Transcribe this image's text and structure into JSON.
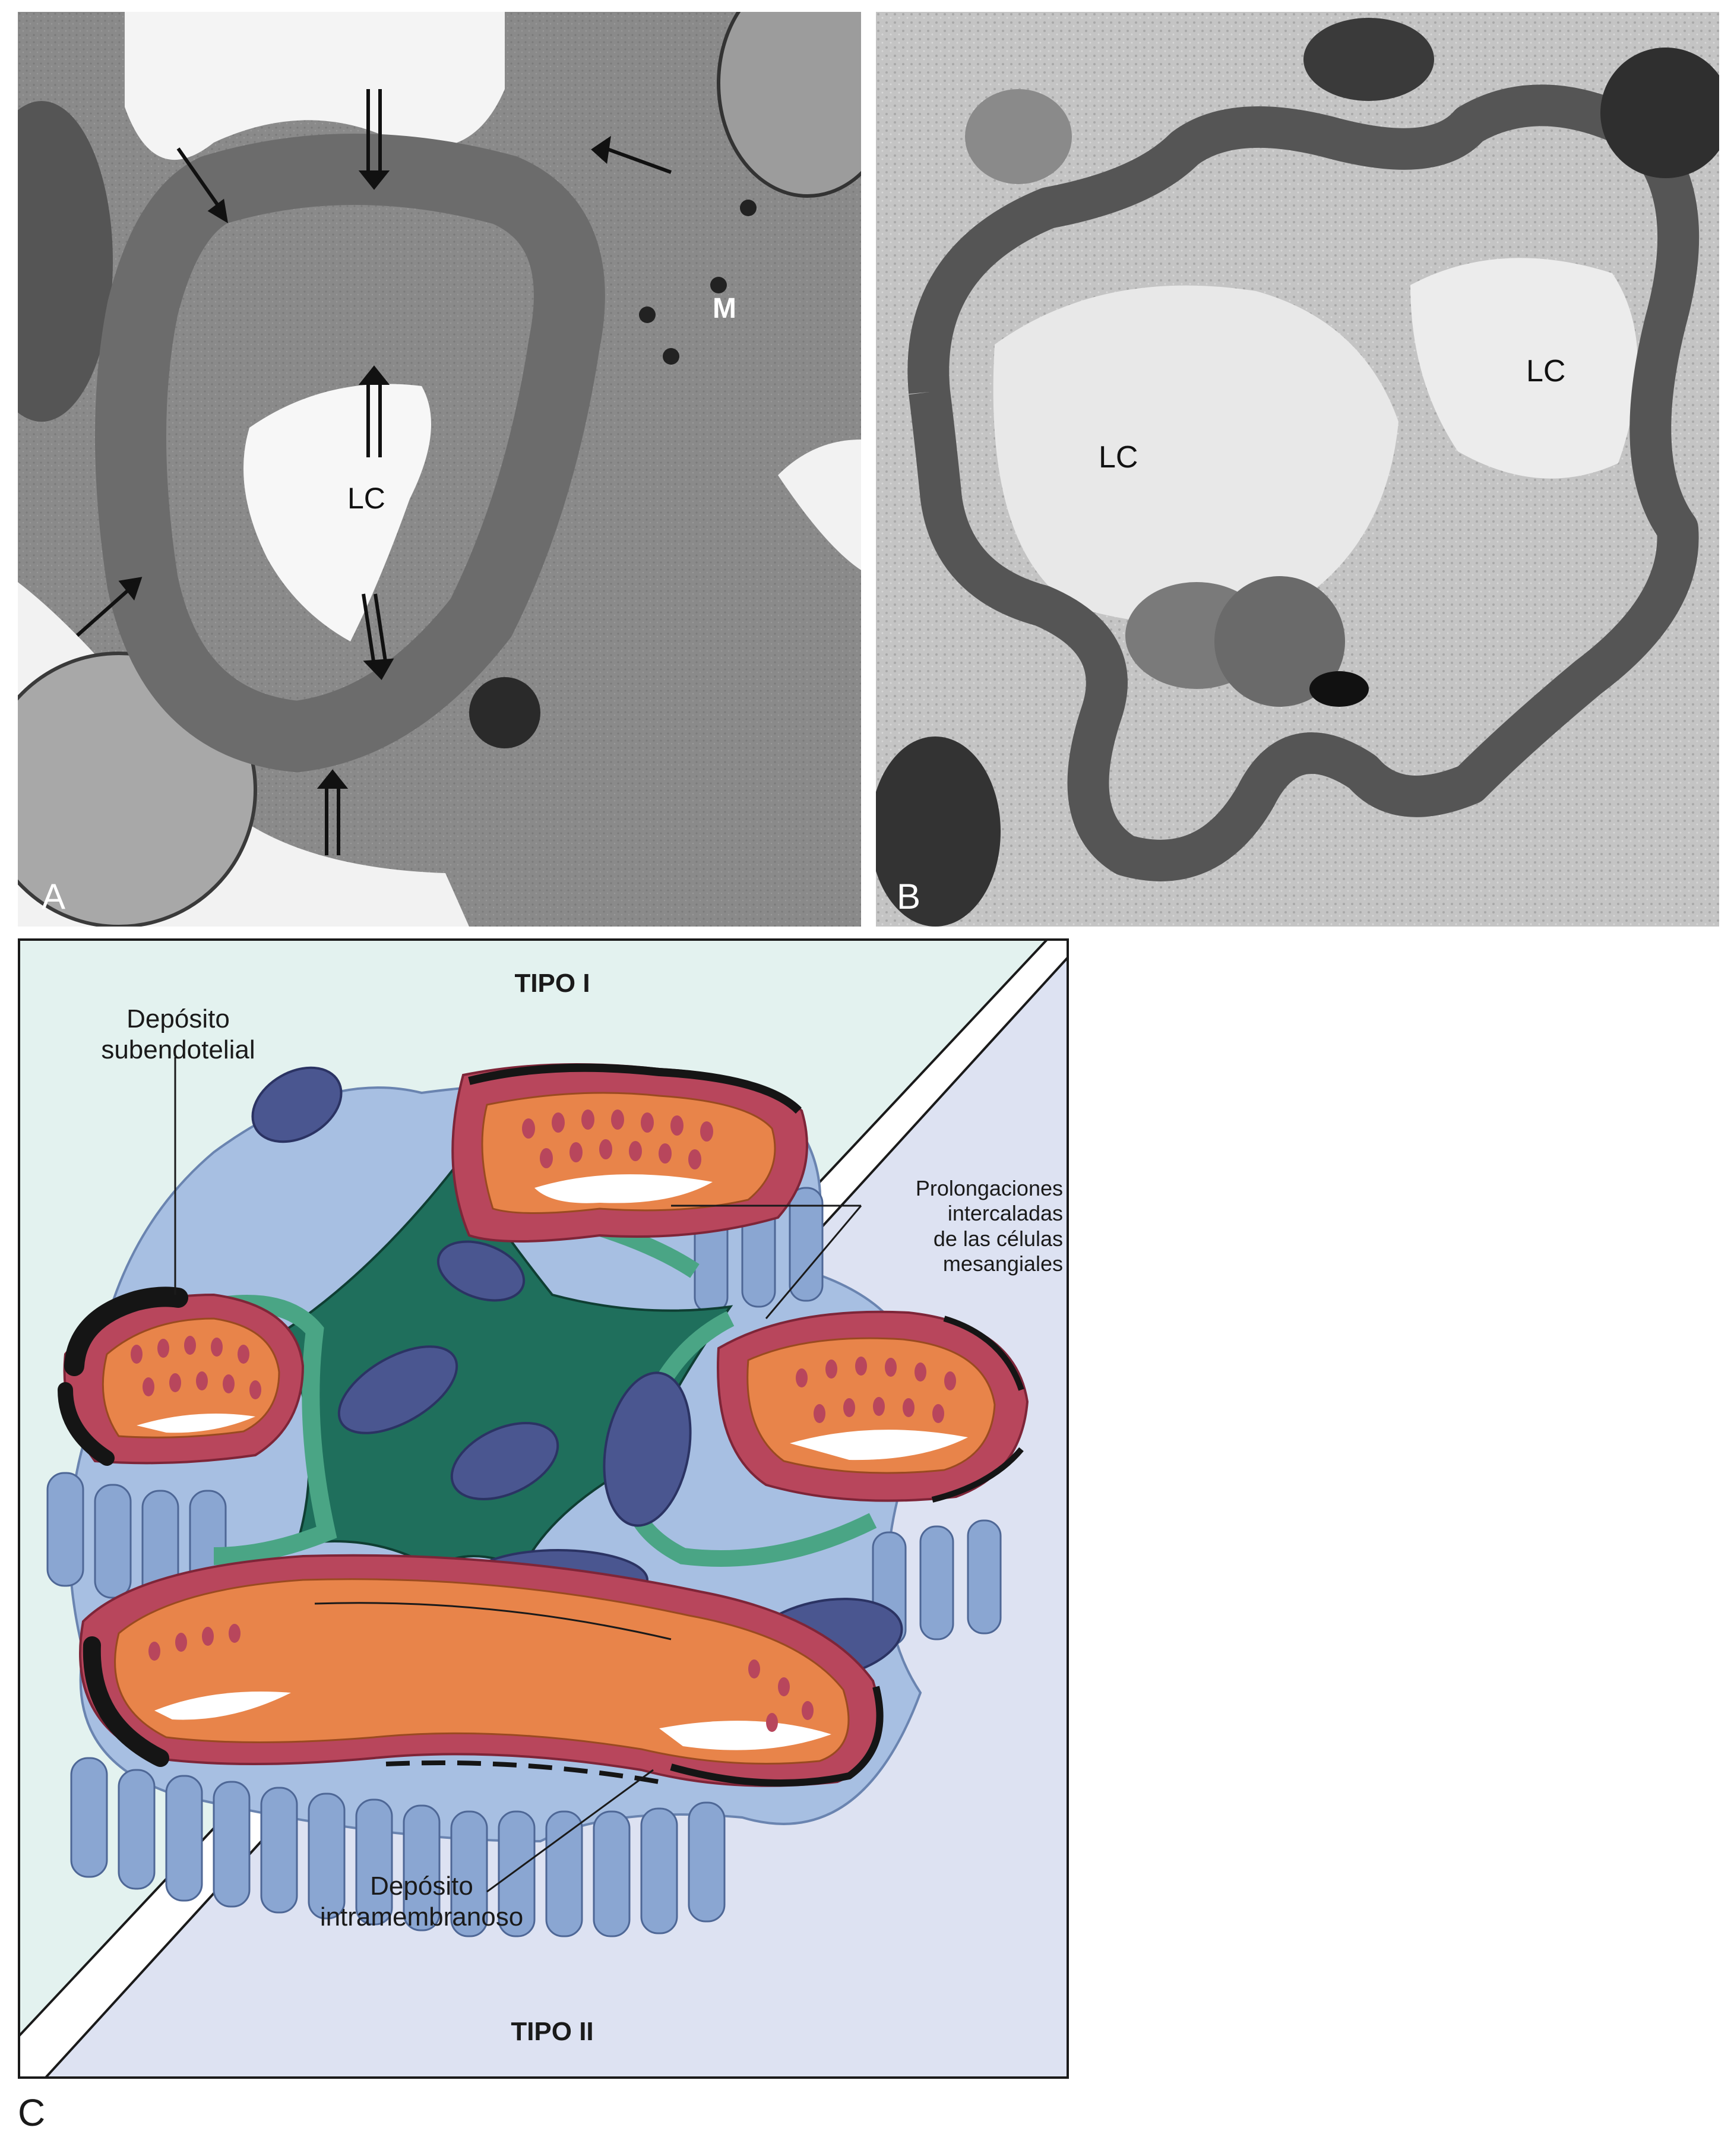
{
  "panelA": {
    "letter": "A",
    "labels": {
      "lumen": "LC",
      "mesangium": "M"
    }
  },
  "panelB": {
    "letter": "B",
    "labels": {
      "lumen1": "LC",
      "lumen2": "LC"
    }
  },
  "panelC": {
    "letter": "C",
    "type1": "TIPO I",
    "type2": "TIPO II",
    "label_subendothelial_line1": "Depósito",
    "label_subendothelial_line2": "subendotelial",
    "label_mesangial_line1": "Prolongaciones",
    "label_mesangial_line2": "intercaladas",
    "label_mesangial_line3": "de las células",
    "label_mesangial_line4": "mesangiales",
    "label_intramembranous_line1": "Depósito",
    "label_intramembranous_line2": "intramembranoso"
  },
  "colors": {
    "em_gray": "#8f8f8f",
    "type1_bg": "#e3f2ef",
    "type2_bg": "#dde2f2",
    "membrane": "#b8465c",
    "endothelium": "#e8844a",
    "mesangium_dark": "#1f6f5c",
    "mesangium_light": "#4aa585",
    "nucleus": "#4a5690",
    "podocyte": "#a7bfe2",
    "deposit": "#151515"
  }
}
